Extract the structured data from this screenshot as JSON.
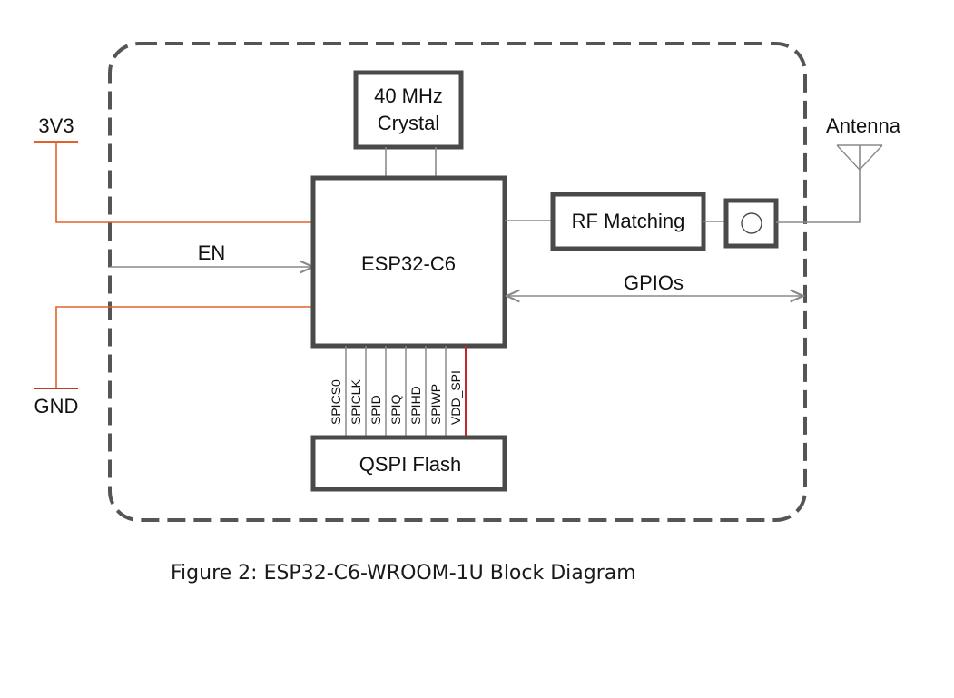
{
  "diagram": {
    "blocks": {
      "crystal_line1": "40 MHz",
      "crystal_line2": "Crystal",
      "soc": "ESP32-C6",
      "rf_matching": "RF Matching",
      "flash": "QSPI Flash"
    },
    "signals": {
      "power": "3V3",
      "ground": "GND",
      "enable": "EN",
      "gpios": "GPIOs",
      "antenna": "Antenna"
    },
    "spi_pins": [
      "SPICS0",
      "SPICLK",
      "SPID",
      "SPIQ",
      "SPIHD",
      "SPIWP",
      "VDD_SPI"
    ]
  },
  "caption": "Figure 2: ESP32-C6-WROOM-1U Block Diagram",
  "colors": {
    "power_line": "#e0622a",
    "ground_line": "#c33a2a",
    "vdd_spi_line": "#c0262c",
    "signal_line": "#8a8a8a",
    "block_border": "#4a4a4a",
    "module_border": "#555555"
  }
}
